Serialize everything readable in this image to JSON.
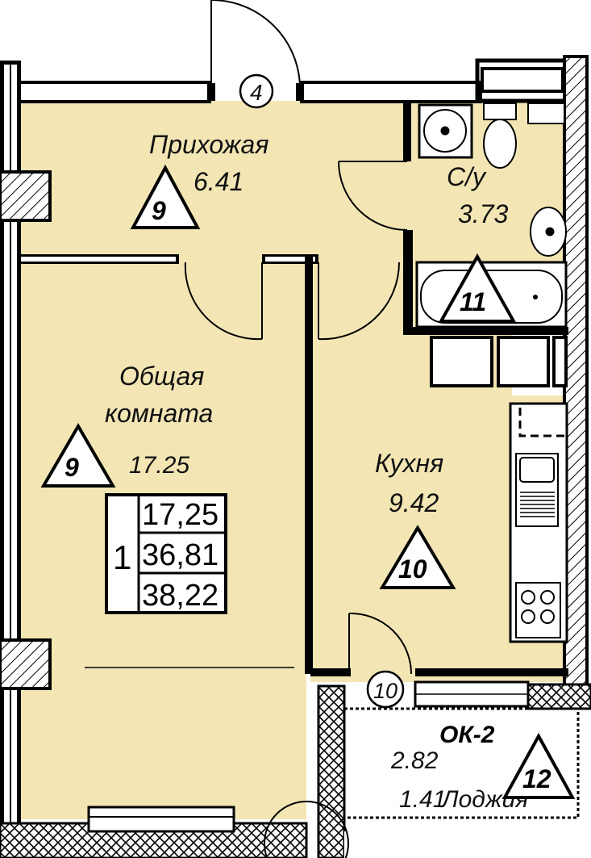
{
  "rooms": {
    "hall": {
      "name": "Прихожая",
      "area": "6.41",
      "finish": "9"
    },
    "living": {
      "name_line1": "Общая",
      "name_line2": "комната",
      "area": "17.25",
      "finish": "9"
    },
    "bath": {
      "name": "С/у",
      "area": "3.73",
      "finish": "11"
    },
    "kitchen": {
      "name": "Кухня",
      "area": "9.42",
      "finish": "10"
    },
    "loggia": {
      "name": "Лоджия",
      "area_full": "2.82",
      "area_reduced": "1.41",
      "finish": "12",
      "window": "ОК-2"
    }
  },
  "apartment": {
    "rooms_count": "1",
    "living_area": "17,25",
    "total_area": "36,81",
    "total_with_loggia": "38,22"
  },
  "door_marks": {
    "entry": "4",
    "balcony": "10"
  },
  "colors": {
    "floor": "#f3e6b4",
    "wall": "#000000",
    "hatch": "#000000",
    "background": "#ffffff"
  }
}
